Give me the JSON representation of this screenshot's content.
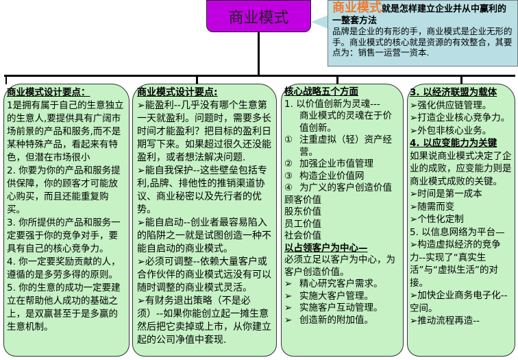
{
  "root": {
    "title": "商业模式",
    "color": "#c000e0"
  },
  "callout": {
    "em": "商业模式",
    "bold": "就是怎样建立企业并从中赢利的一整套方法",
    "body": "品牌是企业的有形的手，商业模式是企业无形的手。商业模式的核心就是资源的有效整合，其要点为：销售一运营一资本."
  },
  "colors": {
    "box_fill": "#c6f2c6",
    "callout_fill": "#b9dfe5",
    "highlight": "#f07a30"
  },
  "columns": [
    {
      "items": [
        {
          "type": "heading",
          "text": "商业模式设计要点："
        },
        {
          "type": "text",
          "text": "1是拥有属于自己的生意独立的生意人,要提供具有广阔市场前景的产品和服务,而不是某种特殊产品，看起来有特色，但潜在市场很小"
        },
        {
          "type": "text",
          "text": "2. 你要为你的产品和服务提供保障，你的顾客才可能放心购买，而且还能重复购买。"
        },
        {
          "type": "text",
          "text": "3. 你所提供的产品和服务一定要强于你的竞争对手，要具有自己的核心竞争力。"
        },
        {
          "type": "text",
          "text": "4. 你一定要奖励贡献的人，遵循的是多劳多得的原则。"
        },
        {
          "type": "text",
          "text": "5. 你的生意的成功一定要建立在帮助他人成功的基础之上，是双赢甚至于是多赢的生意机制。"
        }
      ]
    },
    {
      "items": [
        {
          "type": "heading",
          "text": "商业模式设计要点:"
        },
        {
          "type": "text",
          "text": "➢能盈利--几乎没有哪个生意第一天就盈利。问题时，需要多长时间才能盈利？把目标的盈利日期写下来。如果超过很久还没能盈利，或者想法解决问题."
        },
        {
          "type": "text",
          "text": "➢能自我保护--这些壁垒包括专利,品牌、排他性的推销渠道协议、商业秘密以及先行者的优势。"
        },
        {
          "type": "text",
          "text": "➢能自启动--创业者最容易陷入的陷阱之一就是试图创造一种不能自启动的商业模式。"
        },
        {
          "type": "text",
          "text": "➢必须可调整--依赖大量客户或合作伙伴的商业模式远没有可以随时调整的商业模式灵活。"
        },
        {
          "type": "text",
          "text": "➢有财务退出策略（不是必须）--如果你能创立起一摊生意然后把它卖掉或上市，从你建立起的公司净值中套现."
        }
      ]
    },
    {
      "items": [
        {
          "type": "heading",
          "text": "核心战略五个方面"
        },
        {
          "type": "text",
          "text": "1. 以价值创新为灵魂---"
        },
        {
          "type": "hang",
          "marker": "",
          "text": "商业模式的灵魂在于价值创新。"
        },
        {
          "type": "hang",
          "marker": "①",
          "text": "注重虚拟（轻）资产经营。"
        },
        {
          "type": "hang",
          "marker": "②",
          "text": "加强企业市值管理"
        },
        {
          "type": "hang",
          "marker": "③",
          "text": "构造企业价值网"
        },
        {
          "type": "hang",
          "marker": "④",
          "text": "为广义的客户创造价值"
        },
        {
          "type": "text",
          "text": "顾客价值"
        },
        {
          "type": "text",
          "text": "股东价值"
        },
        {
          "type": "text",
          "text": "员工价值"
        },
        {
          "type": "text",
          "text": "社会价值"
        },
        {
          "type": "heading",
          "text": "以占领客户为中心—"
        },
        {
          "type": "text",
          "text": "必须立足以客户为中心，为客户创造价值。"
        },
        {
          "type": "hang",
          "marker": "➢",
          "text": "精心研究客户需求。"
        },
        {
          "type": "hang",
          "marker": "➢",
          "text": "实施大客户管理。"
        },
        {
          "type": "hang",
          "marker": "➢",
          "text": "实施客户互动管理。"
        },
        {
          "type": "hang",
          "marker": "➢",
          "text": "创造新的附加值。"
        }
      ]
    },
    {
      "items": [
        {
          "type": "heading",
          "text": "3. 以经济联盟为载体"
        },
        {
          "type": "text",
          "text": "➢强化供应链管理。"
        },
        {
          "type": "text",
          "text": "➢打造企业核心竞争力。"
        },
        {
          "type": "text",
          "text": "➢外包非核心业务。"
        },
        {
          "type": "heading",
          "text": "4. 以应变能力为关键"
        },
        {
          "type": "text",
          "text": "如果说商业模式决定了企业的成败，应变能力则是商业模式成败的关键。"
        },
        {
          "type": "text",
          "text": "➢时间是第一成本"
        },
        {
          "type": "text",
          "text": "➢随需而变"
        },
        {
          "type": "text",
          "text": "➢个性化定制"
        },
        {
          "type": "text",
          "text": "5. 以信息网络为平台—"
        },
        {
          "type": "text",
          "text": "➢构造虚拟经济的竞争力--实现了“真实生活”与“虚拟生活”的对接。"
        },
        {
          "type": "text",
          "text": "➢加快企业商务电子化--空间。"
        },
        {
          "type": "text",
          "text": "➢推动流程再造--"
        }
      ]
    }
  ]
}
